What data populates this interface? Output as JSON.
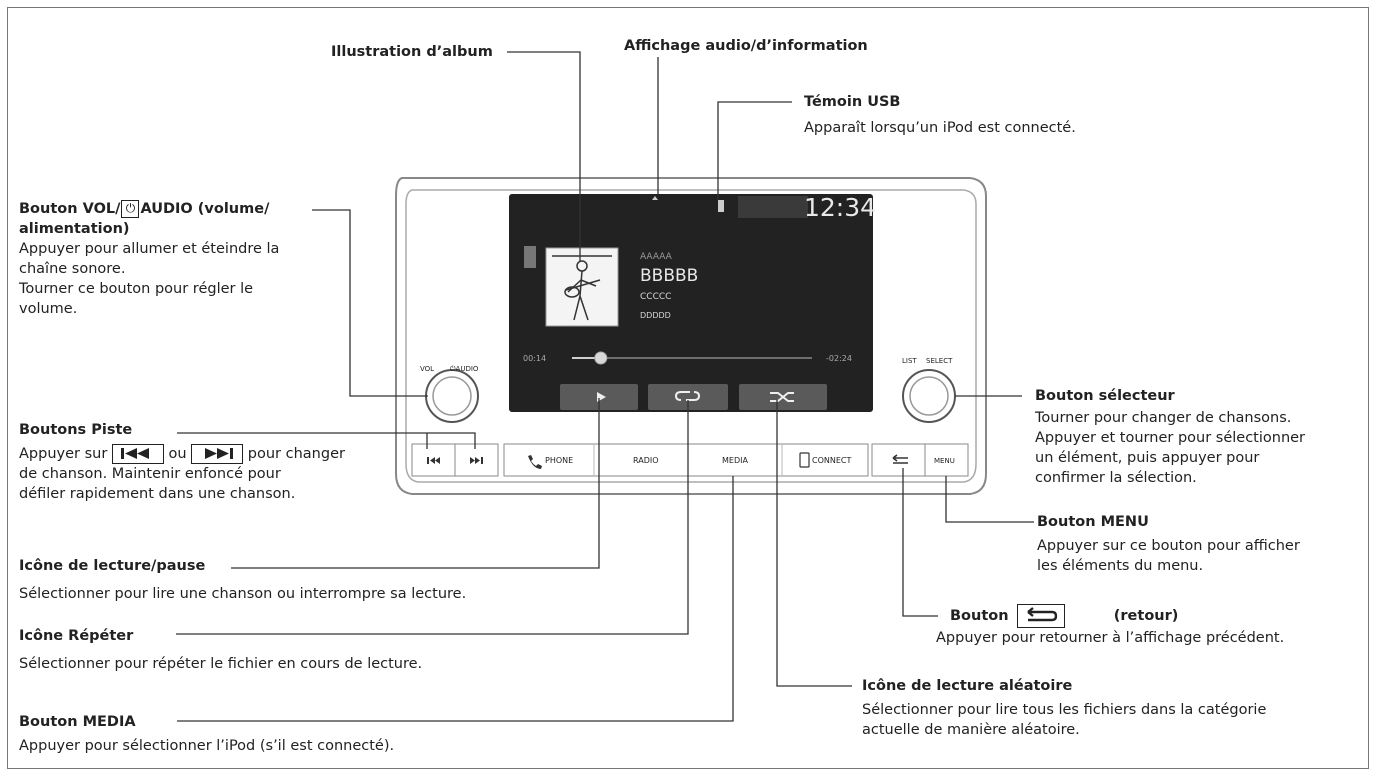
{
  "labels": {
    "album_art": "Illustration d’album",
    "audio_display": "Affichage audio/d’information",
    "usb_title": "Témoin USB",
    "usb_desc": "Apparaît lorsqu’un iPod est connecté.",
    "vol_title_a": "Bouton VOL/",
    "vol_title_b": "AUDIO (volume/",
    "vol_title_c": "alimentation)",
    "vol_desc": [
      "Appuyer pour allumer et éteindre la",
      "chaîne sonore.",
      "Tourner ce bouton pour régler le",
      "volume."
    ],
    "track_title": "Boutons Piste",
    "track_desc_a": "Appuyer sur",
    "track_desc_b": "ou",
    "track_desc_c": "pour changer",
    "track_desc": [
      "de chanson. Maintenir enfoncé pour",
      "défiler rapidement dans une chanson."
    ],
    "play_title": "Icône de lecture/pause",
    "play_desc": "Sélectionner pour lire une chanson ou interrompre sa lecture.",
    "repeat_title": "Icône Répéter",
    "repeat_desc": "Sélectionner pour répéter le fichier en cours de lecture.",
    "media_title": "Bouton MEDIA",
    "media_desc": "Appuyer pour sélectionner l’iPod (s’il est connecté).",
    "selector_title": "Bouton sélecteur",
    "selector_desc": [
      "Tourner pour changer de chansons.",
      "Appuyer et tourner pour sélectionner",
      "un élément, puis appuyer pour",
      "confirmer la sélection."
    ],
    "menu_title": "Bouton MENU",
    "menu_desc": [
      "Appuyer sur ce bouton pour afficher",
      "les éléments du menu."
    ],
    "back_title": "Bouton",
    "back_suffix": "(retour)",
    "back_desc": "Appuyer pour retourner à l’affichage précédent.",
    "shuffle_title": "Icône de lecture aléatoire",
    "shuffle_desc": [
      "Sélectionner pour lire tous les fichiers dans la catégorie",
      "actuelle de manière aléatoire."
    ]
  },
  "unit": {
    "clock": "12:34",
    "line1": "AAAAA",
    "line2": "BBBBB",
    "line3": "CCCCC",
    "line4": "DDDDD",
    "elapsed": "00:14",
    "remaining": "-02:24",
    "vol_label": "VOL",
    "audio_label": "AUDIO",
    "list_label": "LIST",
    "select_label": "SELECT",
    "phone": "PHONE",
    "radio": "RADIO",
    "media": "MEDIA",
    "connect": "CONNECT",
    "menu": "MENU",
    "progress": 0.12
  },
  "colors": {
    "screen": "#222222",
    "screen_button": "#5a5a5a",
    "text_light": "#e8e8e8",
    "bezel": "#bdbdbd"
  }
}
